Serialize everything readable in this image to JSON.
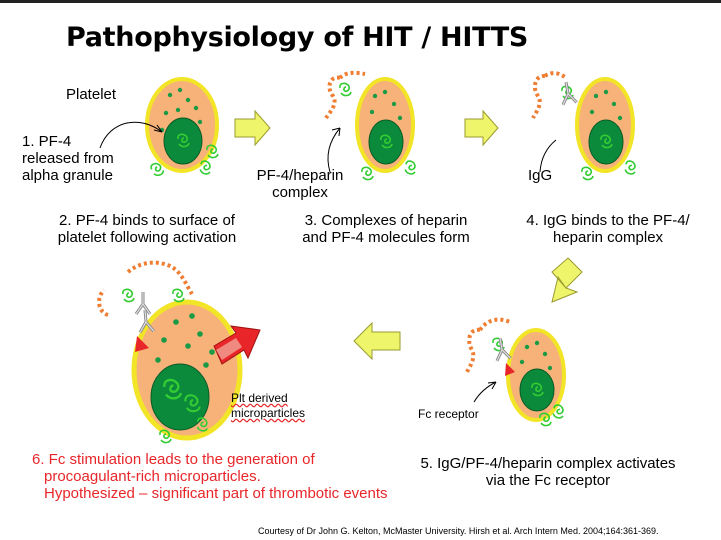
{
  "title": "Pathophysiology of HIT / HITTS",
  "labels": {
    "platelet": "Platelet",
    "step1_line1": "1.  PF-4",
    "step1_line2": "released from",
    "step1_line3": "alpha granule",
    "pf4_heparin_line1": "PF-4/heparin",
    "pf4_heparin_line2": "complex",
    "igg": "IgG",
    "step2_line1": "2. PF-4 binds to surface of",
    "step2_line2": "platelet following activation",
    "step3_line1": "3. Complexes of heparin",
    "step3_line2": "and PF-4 molecules form",
    "step4_line1": "4. IgG binds to the PF-4/",
    "step4_line2": "heparin complex",
    "plt_derived_line1": "Plt derived",
    "plt_derived_line2": "microparticles",
    "fc_receptor": "Fc receptor",
    "step5_line1": "5. IgG/PF-4/heparin complex activates",
    "step5_line2": "via the Fc receptor",
    "step6_line1": "6. Fc stimulation leads to the generation of",
    "step6_line2": "procoagulant-rich microparticles.",
    "step6_line3": "Hypothesized – significant part of thrombotic events",
    "credit": "Courtesy of Dr John G. Kelton, McMaster University. Hirsh et al. Arch Intern Med. 2004;164:361-369."
  },
  "colors": {
    "platelet_fill": "#f6b278",
    "platelet_rim": "#f2e427",
    "nucleus": "#0c8a3c",
    "granule": "#1a9a46",
    "heparin": "#ef7d32",
    "step_arrow": "#eef56a",
    "microparticle_arrow": "#e8262a",
    "red_text": "#e8262a"
  }
}
